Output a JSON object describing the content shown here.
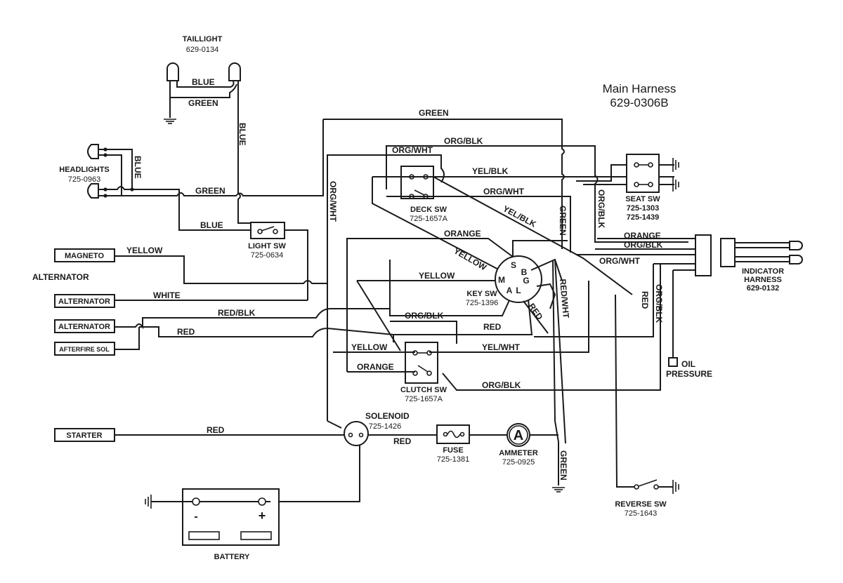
{
  "title": {
    "line1": "Main Harness",
    "line2": "629-0306B"
  },
  "components": {
    "taillight": {
      "name": "TAILLIGHT",
      "part": "629-0134"
    },
    "headlights": {
      "name": "HEADLIGHTS",
      "part": "725-0963"
    },
    "light_sw": {
      "name": "LIGHT SW",
      "part": "725-0634"
    },
    "deck_sw": {
      "name": "DECK SW",
      "part": "725-1657A"
    },
    "seat_sw": {
      "name": "SEAT SW",
      "part1": "725-1303",
      "part2": "725-1439"
    },
    "key_sw": {
      "name": "KEY SW",
      "part": "725-1396",
      "pins": {
        "S": "S",
        "B": "B",
        "G": "G",
        "M": "M",
        "A": "A",
        "L": "L"
      }
    },
    "clutch_sw": {
      "name": "CLUTCH SW",
      "part": "725-1657A"
    },
    "solenoid": {
      "name": "SOLENOID",
      "part": "725-1426"
    },
    "fuse": {
      "name": "FUSE",
      "part": "725-1381"
    },
    "ammeter": {
      "name": "AMMETER",
      "part": "725-0925",
      "symbol": "A"
    },
    "indicator_harness": {
      "line1": "INDICATOR",
      "line2": "HARNESS",
      "part": "629-0132"
    },
    "oil_pressure": {
      "line1": "OIL",
      "line2": "PRESSURE"
    },
    "reverse_sw": {
      "name": "REVERSE SW",
      "part": "725-1643"
    },
    "battery": {
      "name": "BATTERY",
      "neg": "-",
      "pos": "+"
    },
    "magneto": {
      "name": "MAGNETO"
    },
    "alternator_heading": "ALTERNATOR",
    "alternator1": {
      "name": "ALTERNATOR"
    },
    "alternator2": {
      "name": "ALTERNATOR"
    },
    "afterfire": {
      "name": "AFTERFIRE SOL"
    },
    "starter": {
      "name": "STARTER"
    }
  },
  "wire_labels": {
    "tail_blue": "BLUE",
    "tail_green": "GREEN",
    "tail_vert_blue": "BLUE",
    "head_blue": "BLUE",
    "head_green": "GREEN",
    "light_blue": "BLUE",
    "top_green": "GREEN",
    "org_blk_top": "ORG/BLK",
    "org_wht_top": "ORG/WHT",
    "org_wht_vert": "ORG/WHT",
    "yel_blk": "YEL/BLK",
    "org_wht_mid": "ORG/WHT",
    "yel_blk_diag": "YEL/BLK",
    "green_vert": "GREEN",
    "org_blk_vert": "ORG/BLK",
    "orange_mid": "ORANGE",
    "yellow_diag": "YELLOW",
    "yellow_key": "YELLOW",
    "magneto_yellow": "YELLOW",
    "alt_white": "WHITE",
    "red_blk": "RED/BLK",
    "alt_red": "RED",
    "org_blk_key": "ORG/BLK",
    "red_key": "RED",
    "red_diag": "RED",
    "red_wht": "RED/WHT",
    "yellow_clutch": "YELLOW",
    "yel_wht": "YEL/WHT",
    "orange_clutch": "ORANGE",
    "org_blk_clutch": "ORG/BLK",
    "ind_orange": "ORANGE",
    "ind_org_blk": "ORG/BLK",
    "ind_org_wht": "ORG/WHT",
    "red_right": "RED",
    "org_blk_right": "ORG/BLK",
    "starter_red": "RED",
    "sol_red": "RED",
    "ground_green": "GREEN"
  }
}
